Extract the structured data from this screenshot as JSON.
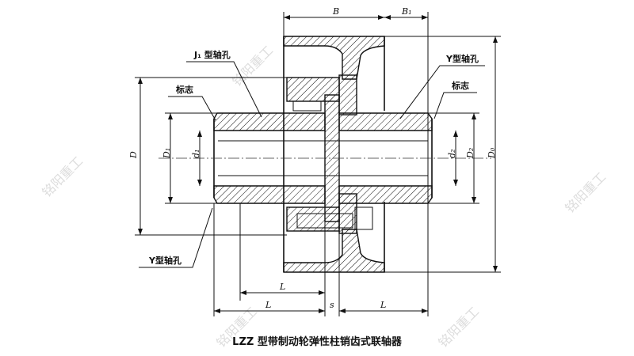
{
  "title": "LZZ 型带制动轮弹性柱销齿式联轴器",
  "labels": {
    "j1_bore_left": "J₁ 型轴孔",
    "mark_left": "标志",
    "y_bore_right": "Y型轴孔",
    "mark_right": "标志",
    "y_bore_bottom": "Y型轴孔"
  },
  "dimensions": {
    "B": "B",
    "B1": "B₁",
    "D": "D",
    "D1": "D₁",
    "d1": "d₁",
    "d2": "d₂",
    "D2": "D₂",
    "D0": "D₀",
    "L_inner": "L",
    "L_left": "L",
    "s": "s",
    "L_right": "L"
  },
  "watermark": "铭阳重工"
}
